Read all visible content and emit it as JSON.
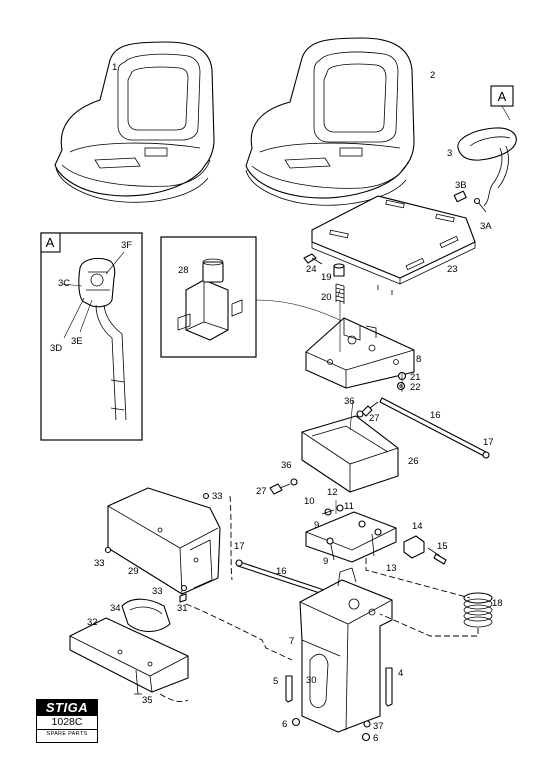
{
  "labels": {
    "p1": "1",
    "p2": "2",
    "p3": "3",
    "p3a": "3A",
    "p3b": "3B",
    "p3c": "3C",
    "p3d": "3D",
    "p3e": "3E",
    "p3f": "3F",
    "p4": "4",
    "p5": "5",
    "p6a": "6",
    "p6b": "6",
    "p7": "7",
    "p8": "8",
    "p9a": "9",
    "p9b": "9",
    "p10": "10",
    "p11": "11",
    "p12": "12",
    "p13": "13",
    "p14": "14",
    "p15": "15",
    "p16a": "16",
    "p16b": "16",
    "p17a": "17",
    "p17b": "17",
    "p18": "18",
    "p19": "19",
    "p20": "20",
    "p21": "21",
    "p22": "22",
    "p23": "23",
    "p24": "24",
    "p26": "26",
    "p27a": "27",
    "p27b": "27",
    "p28": "28",
    "p29": "29",
    "p30": "30",
    "p31": "31",
    "p32": "32",
    "p33a": "33",
    "p33b": "33",
    "p33c": "33",
    "p34": "34",
    "p35": "35",
    "p36a": "36",
    "p36b": "36",
    "p37": "37"
  },
  "callout": {
    "main": "A",
    "inset": "A"
  },
  "brand": {
    "logo": "STIGA",
    "code": "1028C",
    "subtitle": "SPARE PARTS"
  }
}
